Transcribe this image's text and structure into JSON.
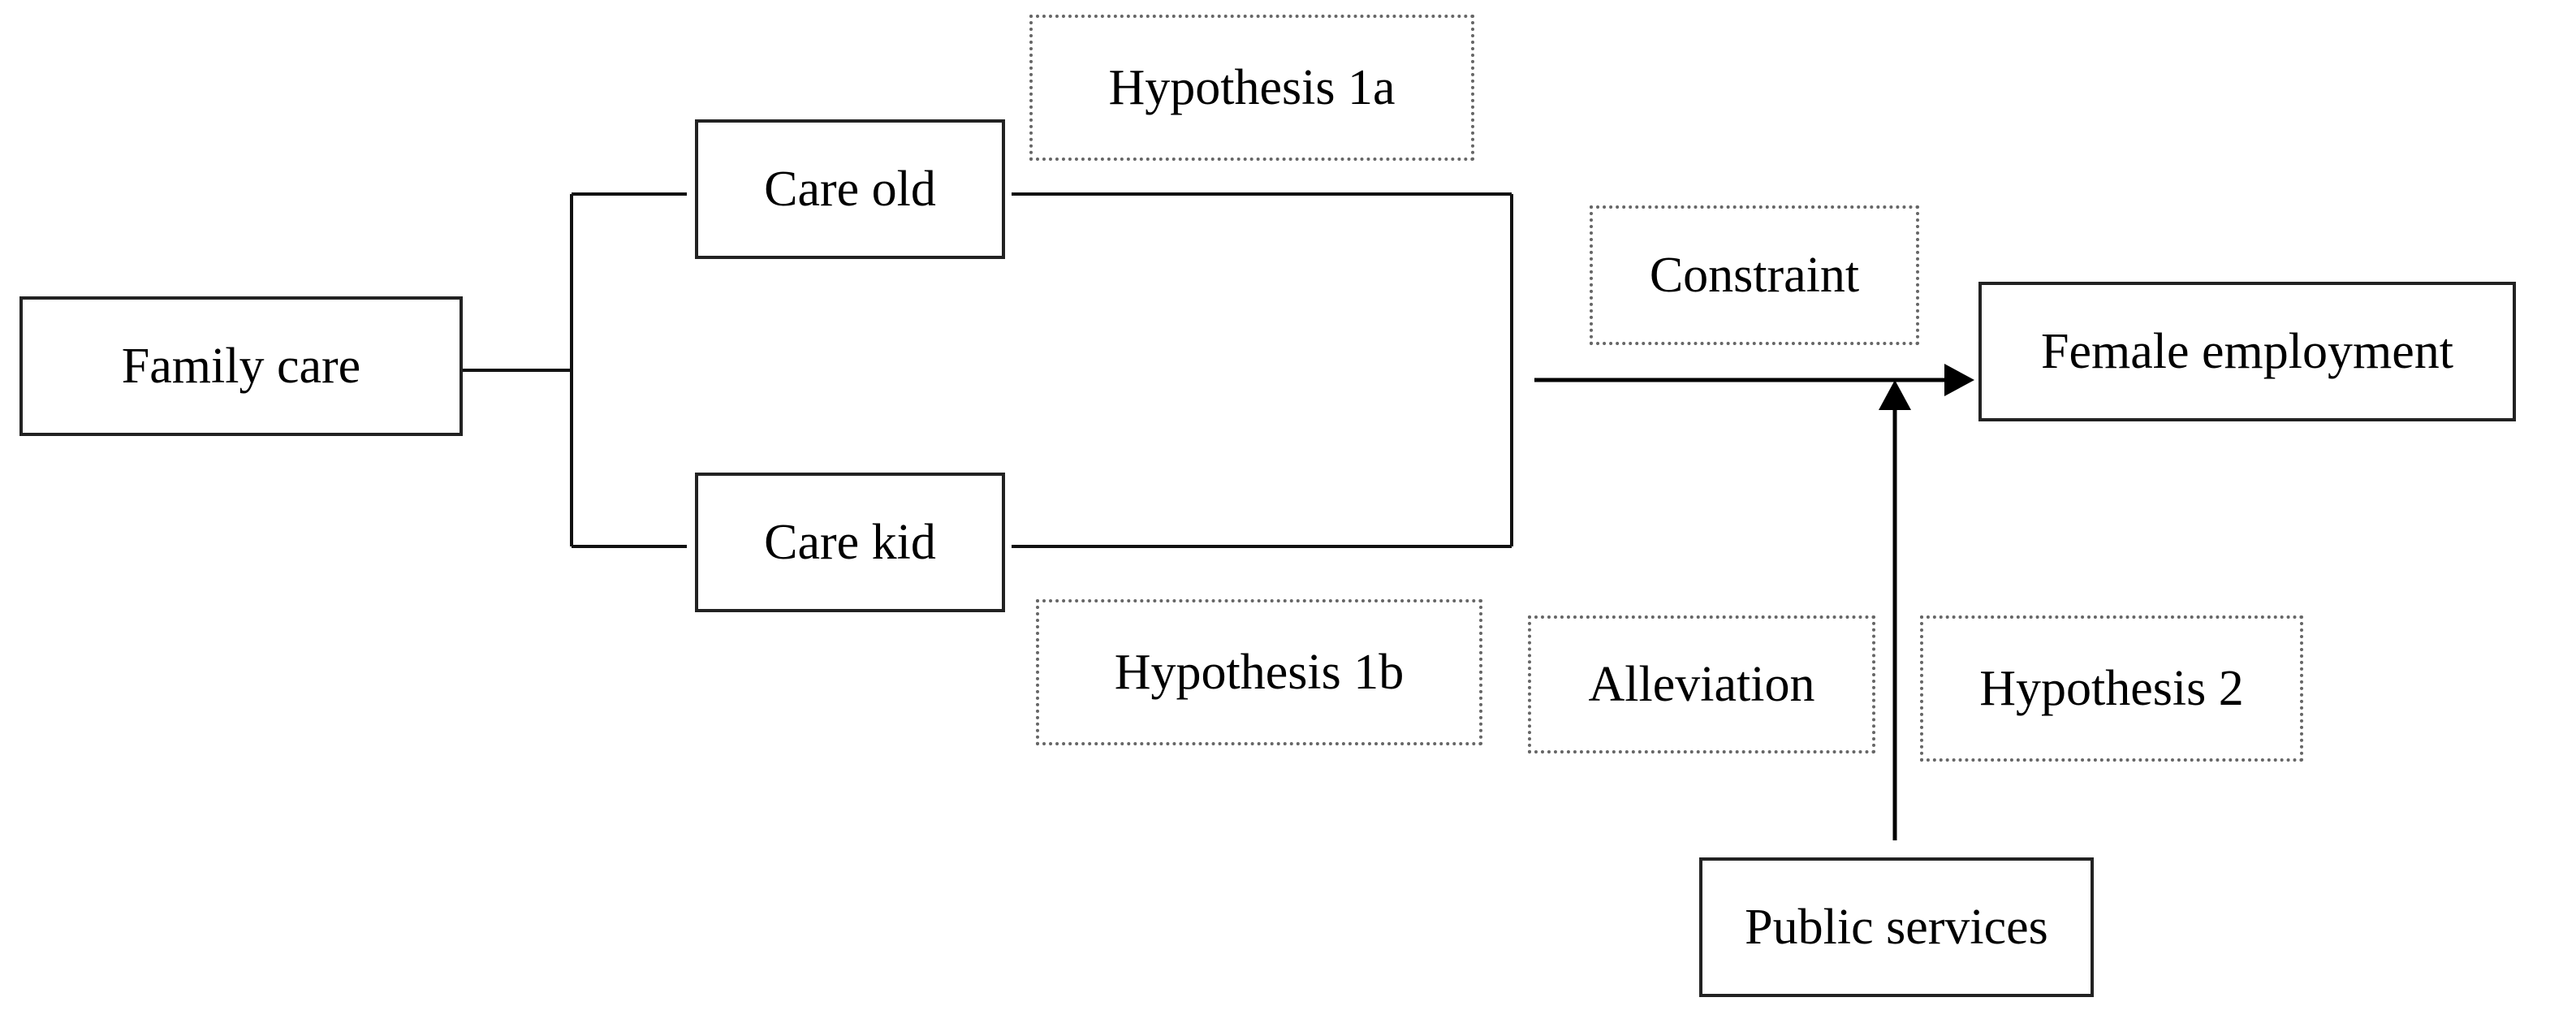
{
  "nodes": {
    "family_care": "Family care",
    "care_old": "Care old",
    "care_kid": "Care kid",
    "female_employment": "Female employment",
    "public_services": "Public services"
  },
  "annotations": {
    "hypothesis_1a": "Hypothesis 1a",
    "hypothesis_1b": "Hypothesis 1b",
    "hypothesis_2": "Hypothesis 2",
    "constraint": "Constraint",
    "alleviation": "Alleviation"
  }
}
